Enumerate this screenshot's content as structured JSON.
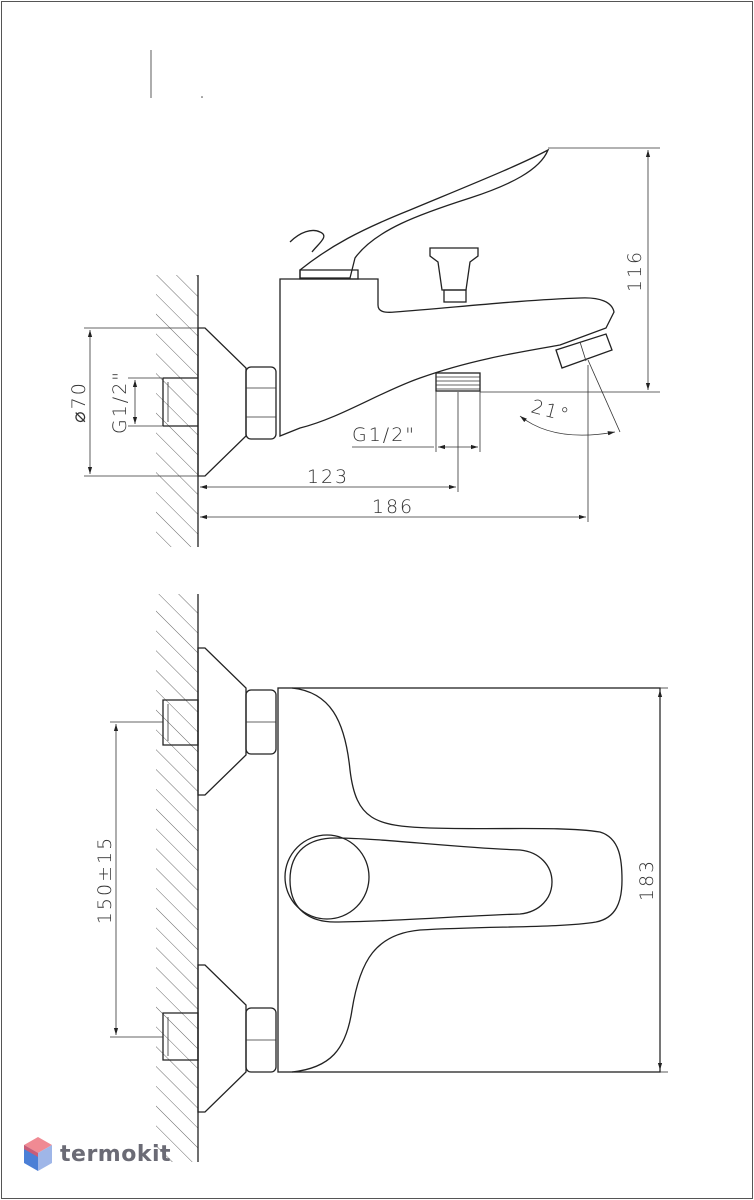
{
  "dimensions": {
    "height_side": "116",
    "flange_diameter": "⌀70",
    "inlet_thread": "G1/2\"",
    "outlet_thread": "G1/2\"",
    "angle": "21°",
    "depth_to_outlet": "123",
    "depth_total": "186",
    "inlet_spacing": "150±15",
    "body_width": "183"
  },
  "logo": {
    "text": "termokit",
    "colors": [
      "#e8545f",
      "#4b7fd6",
      "#9fb6e8"
    ]
  }
}
